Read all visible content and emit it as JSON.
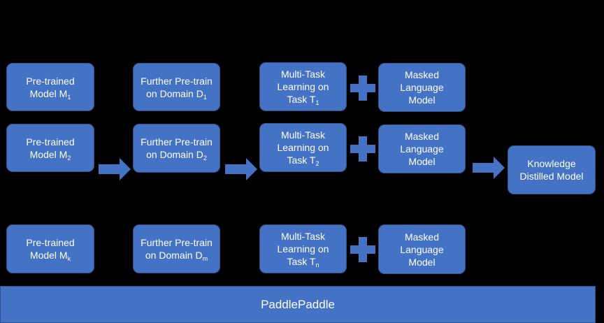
{
  "rows": [
    {
      "pretrained": {
        "line1": "Pre-trained",
        "line2": "Model M",
        "sub": "1"
      },
      "further": {
        "line1": "Further Pre-train",
        "line2": "on Domain D",
        "sub": "1"
      },
      "multitask": {
        "line1": "Multi-Task",
        "line2": "Learning on",
        "line3": "Task T",
        "sub": "1"
      },
      "masked": {
        "line1": "Masked",
        "line2": "Language",
        "line3": "Model"
      }
    },
    {
      "pretrained": {
        "line1": "Pre-trained",
        "line2": "Model M",
        "sub": "2"
      },
      "further": {
        "line1": "Further Pre-train",
        "line2": "on Domain D",
        "sub": "2"
      },
      "multitask": {
        "line1": "Multi-Task",
        "line2": "Learning on",
        "line3": "Task T",
        "sub": "2"
      },
      "masked": {
        "line1": "Masked",
        "line2": "Language",
        "line3": "Model"
      }
    },
    {
      "pretrained": {
        "line1": "Pre-trained",
        "line2": "Model M",
        "sub": "k"
      },
      "further": {
        "line1": "Further Pre-train",
        "line2": "on Domain D",
        "sub": "m"
      },
      "multitask": {
        "line1": "Multi-Task",
        "line2": "Learning on",
        "line3": "Task T",
        "sub": "n"
      },
      "masked": {
        "line1": "Masked",
        "line2": "Language",
        "line3": "Model"
      }
    }
  ],
  "distilled": {
    "line1": "Knowledge",
    "line2": "Distilled Model"
  },
  "footer": {
    "label": "PaddlePaddle"
  },
  "colors": {
    "background": "#000000",
    "box_fill": "#4472C4",
    "box_border": "#2F528F",
    "text": "#FFFFFF"
  }
}
